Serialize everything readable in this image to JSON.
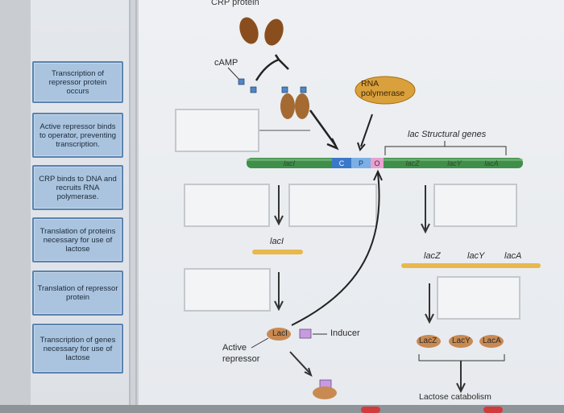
{
  "header": {
    "crp_protein": "CRP protein"
  },
  "labels": {
    "camp": "cAMP",
    "rna_polymerase": "RNA polymerase",
    "lac_structural_genes": "lac Structural genes",
    "laci_mrna": "lacI",
    "lacz_mrna": "lacZ",
    "lacy_mrna": "lacY",
    "laca_mrna": "lacA",
    "inducer": "Inducer",
    "active_repressor": "Active repressor",
    "laci_protein": "LacI",
    "lacz_protein": "LacZ",
    "lacy_protein": "LacY",
    "laca_protein": "LacA",
    "lactose_catabolism": "Lactose catabolism"
  },
  "gene_segments": {
    "laci": "lacI",
    "c": "C",
    "p": "P",
    "o": "O",
    "lacz": "lacZ",
    "lacy": "lacY",
    "laca": "lacA"
  },
  "cards": [
    "Transcription of repressor protein occurs",
    "Active repressor binds to operator, preventing transcription.",
    "CRP binds to DNA and recruits RNA polymerase.",
    "Translation of proteins necessary for use of lactose",
    "Translation of repressor protein",
    "Transcription of genes necessary for use of lactose"
  ],
  "colors": {
    "card_bg": "#aac4df",
    "card_border": "#5b83b0",
    "dna_green": "#3f8f4a",
    "promoter_blue": "#3a78c8",
    "operator_pink": "#d06fb0",
    "protein_brown": "#a2642e",
    "mrna_gold": "#e8b94a",
    "camp_blue": "#4f86c6",
    "inducer_purple": "#b58ad0"
  }
}
